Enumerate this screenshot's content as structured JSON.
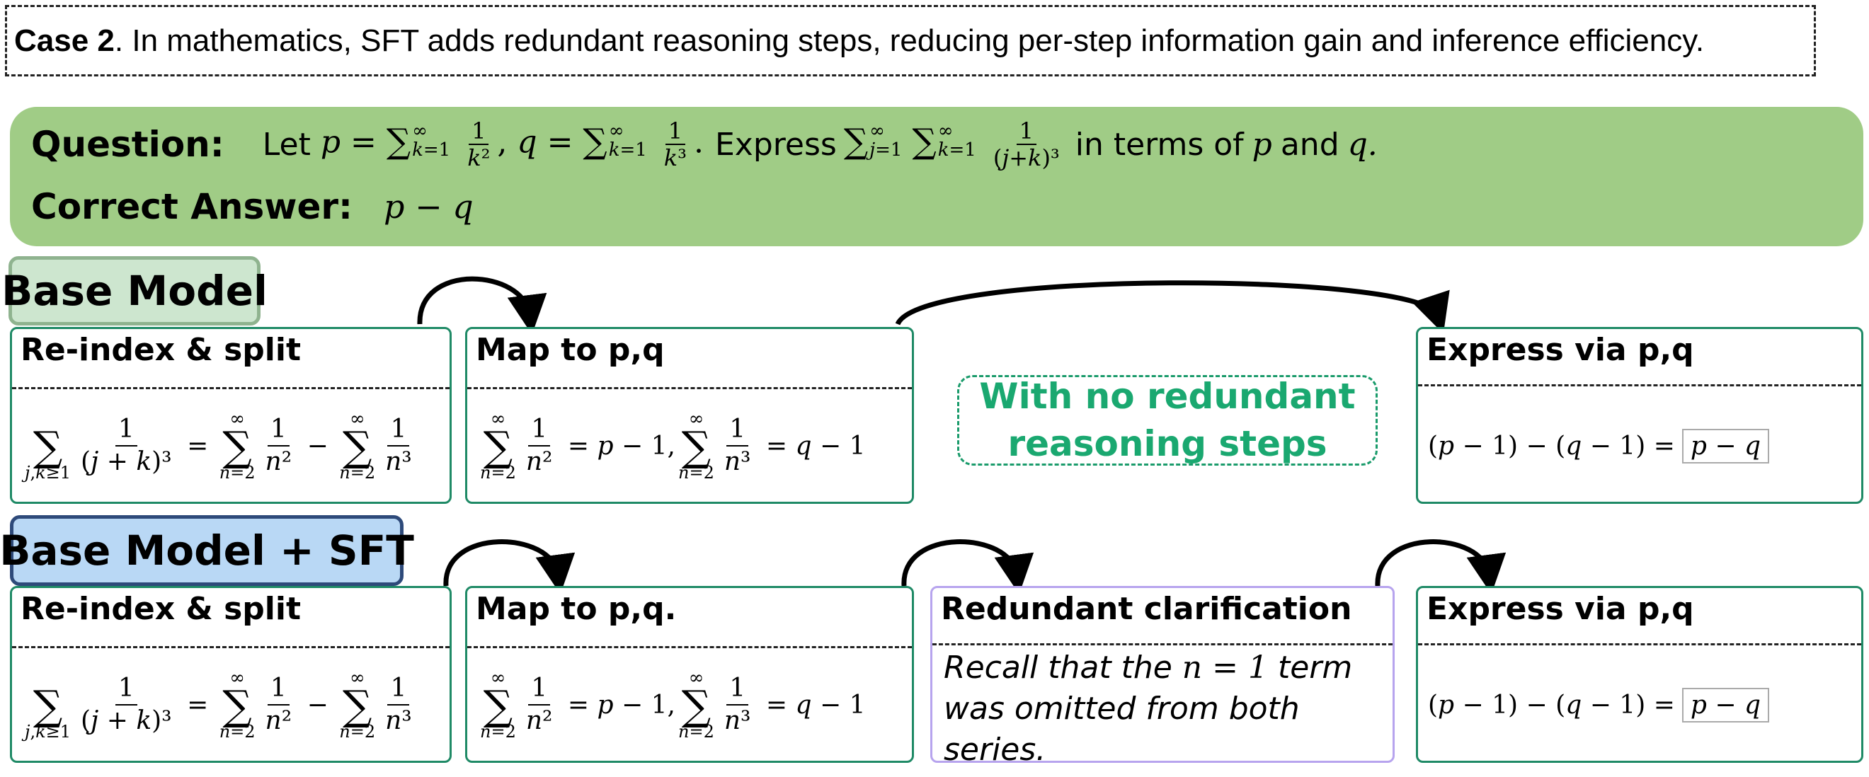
{
  "caption": {
    "case_label": "Case 2",
    "text": ". In mathematics, SFT adds redundant reasoning steps, reducing per-step information gain and inference efficiency."
  },
  "question": {
    "label": "Question:",
    "prefix": "Let",
    "mid": "Express",
    "suffix_text": "in terms of",
    "and_text": "and"
  },
  "answer": {
    "label": "Correct Answer:",
    "value": "p − q"
  },
  "base_model": {
    "tag": "Base Model",
    "step1_title": "Re-index & split",
    "step2_title": "Map to p,q",
    "step3_title": "Express via p,q",
    "note": [
      "With no redundant",
      "reasoning steps"
    ]
  },
  "sft_model": {
    "tag": "Base Model + SFT",
    "step1_title": "Re-index & split",
    "step2_title": "Map to p,q.",
    "step3_title": "Redundant clarification",
    "step3_text_a": "Recall that the",
    "step3_text_b": "term was omitted from both series.",
    "step4_title": "Express via p,q"
  },
  "colors": {
    "question_bg": "#a0cc86",
    "base_tag_bg": "#cde6cf",
    "sft_tag_bg": "#b9d8f5",
    "step_border": "#1f8a66",
    "redundant_border": "#b7a4ee",
    "note_text": "#1aa870"
  }
}
